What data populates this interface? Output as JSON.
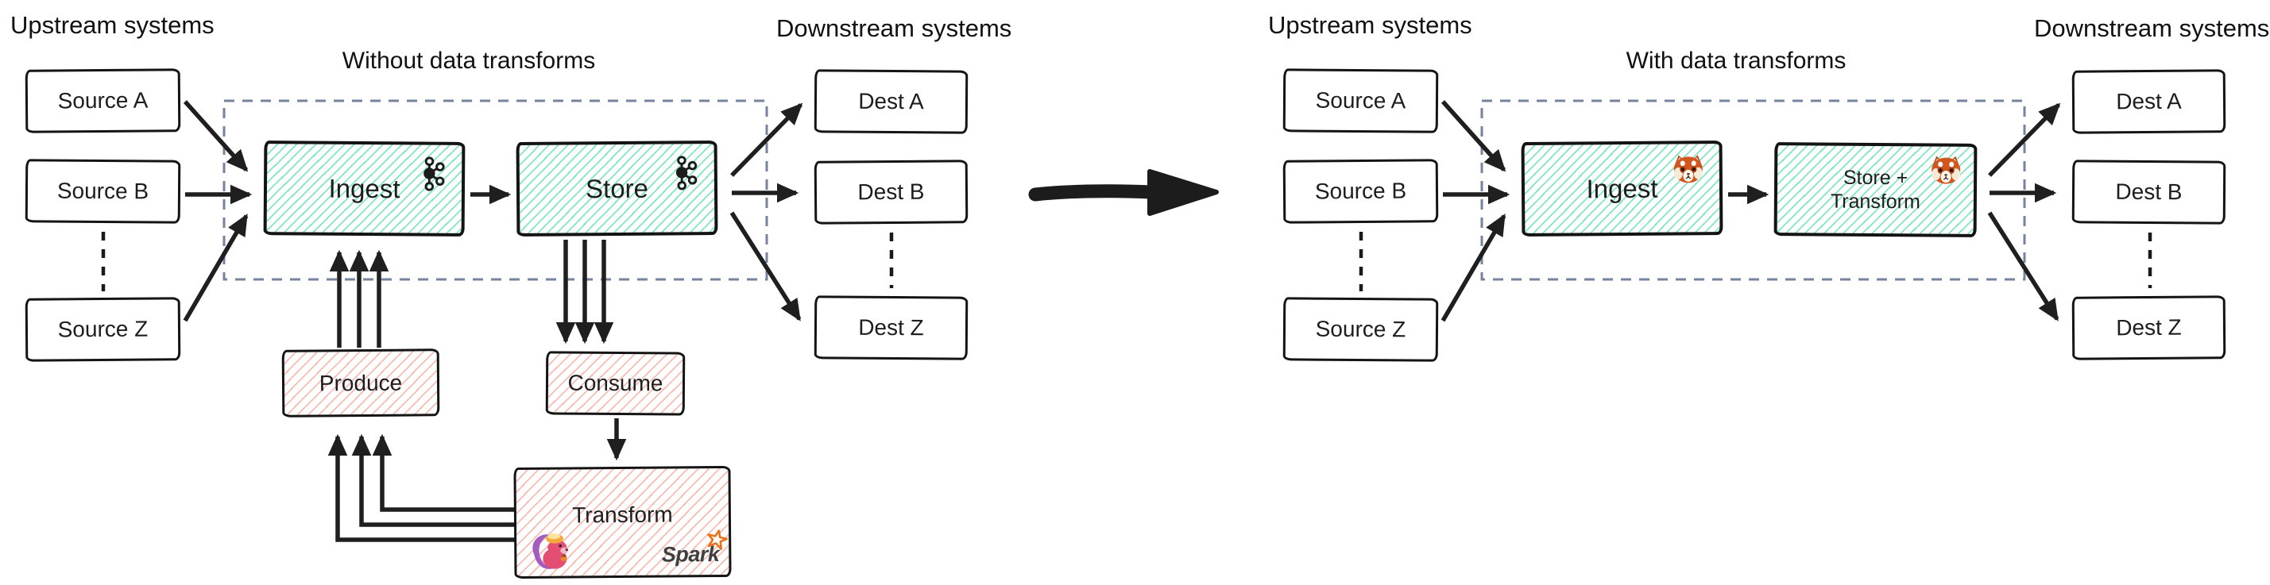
{
  "left": {
    "upstream_label": "Upstream systems",
    "downstream_label": "Downstream systems",
    "title": "Without data transforms",
    "sources": [
      "Source A",
      "Source B",
      "Source Z"
    ],
    "dests": [
      "Dest A",
      "Dest B",
      "Dest Z"
    ],
    "ingest_label": "Ingest",
    "store_label": "Store",
    "ingest_icon": "kafka-logo",
    "store_icon": "kafka-logo",
    "produce_label": "Produce",
    "consume_label": "Consume",
    "transform_label": "Transform",
    "transform_icons": [
      "flink-squirrel-logo",
      "spark-logo"
    ],
    "spark_label": "Spark"
  },
  "right": {
    "upstream_label": "Upstream systems",
    "downstream_label": "Downstream systems",
    "title": "With data transforms",
    "sources": [
      "Source A",
      "Source B",
      "Source Z"
    ],
    "dests": [
      "Dest A",
      "Dest B",
      "Dest Z"
    ],
    "ingest_label": "Ingest",
    "store_transform_line1": "Store +",
    "store_transform_line2": "Transform",
    "ingest_icon": "redpanda-logo",
    "store_icon": "redpanda-logo"
  },
  "colors": {
    "teal_hatch": "#7ce5c2",
    "pink_hatch": "#f3a79c",
    "box_border": "#141414",
    "dashed_boundary": "#76839e",
    "arrow": "#1f1f1f",
    "spark_orange": "#e8731a",
    "redpanda_orange": "#d2561e"
  }
}
